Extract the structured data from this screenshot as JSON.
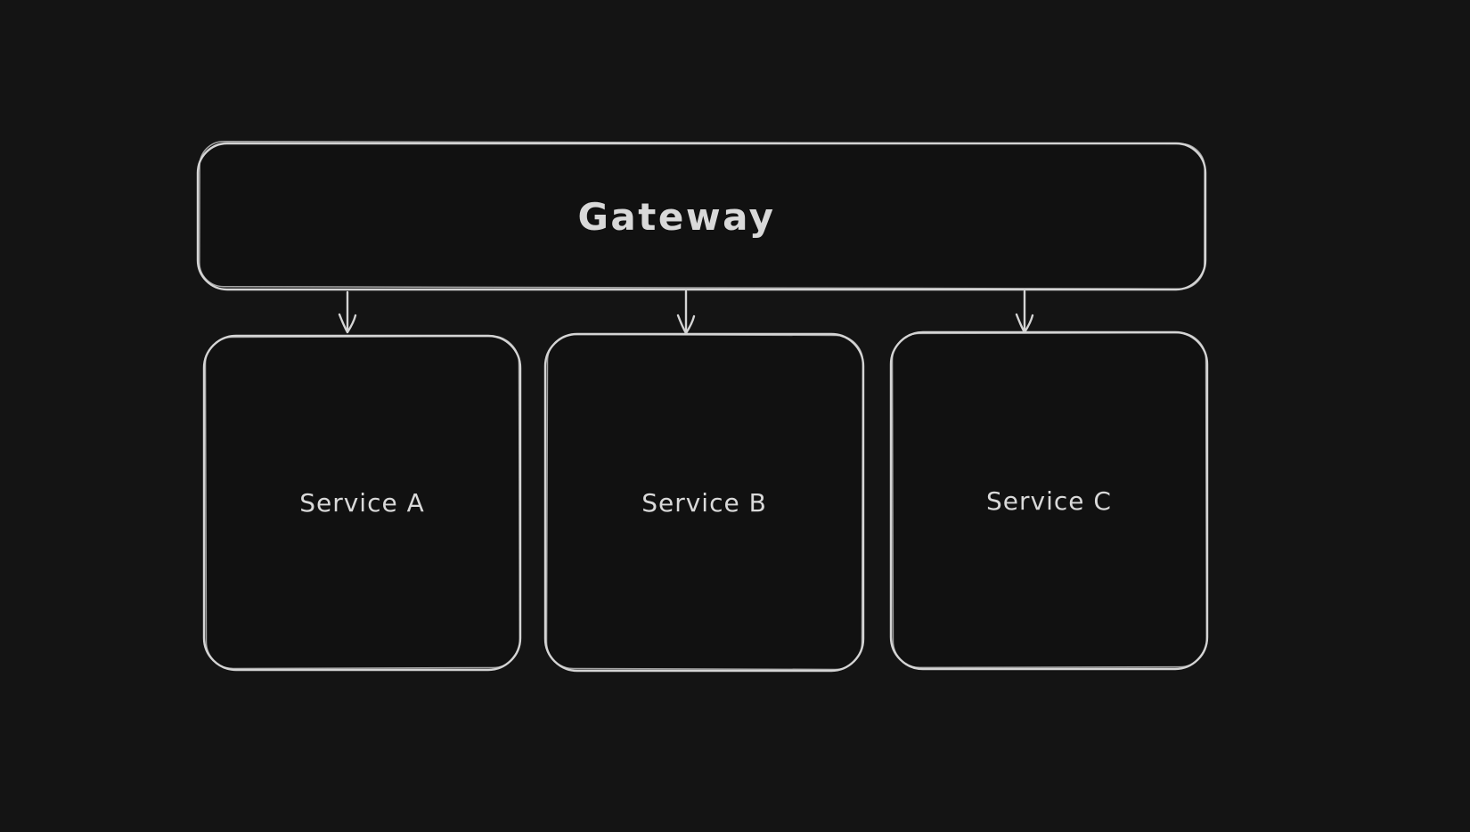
{
  "canvas": {
    "background_color": "#141414",
    "stroke_color": "#d4d4d4",
    "text_color": "#d9d9d9",
    "box_fill_color": "#111111"
  },
  "diagram": {
    "type": "architecture-flowchart",
    "style": "hand-drawn",
    "nodes": [
      {
        "id": "gateway",
        "label": "Gateway",
        "shape": "rounded-rectangle",
        "row": "top"
      },
      {
        "id": "service-a",
        "label": "Service A",
        "shape": "rounded-rectangle",
        "row": "bottom"
      },
      {
        "id": "service-b",
        "label": "Service B",
        "shape": "rounded-rectangle",
        "row": "bottom"
      },
      {
        "id": "service-c",
        "label": "Service C",
        "shape": "rounded-rectangle",
        "row": "bottom"
      }
    ],
    "edges": [
      {
        "from": "gateway",
        "to": "service-a",
        "direction": "down",
        "head": "open-v-arrow"
      },
      {
        "from": "gateway",
        "to": "service-b",
        "direction": "down",
        "head": "open-v-arrow"
      },
      {
        "from": "gateway",
        "to": "service-c",
        "direction": "down",
        "head": "open-v-arrow"
      }
    ]
  }
}
